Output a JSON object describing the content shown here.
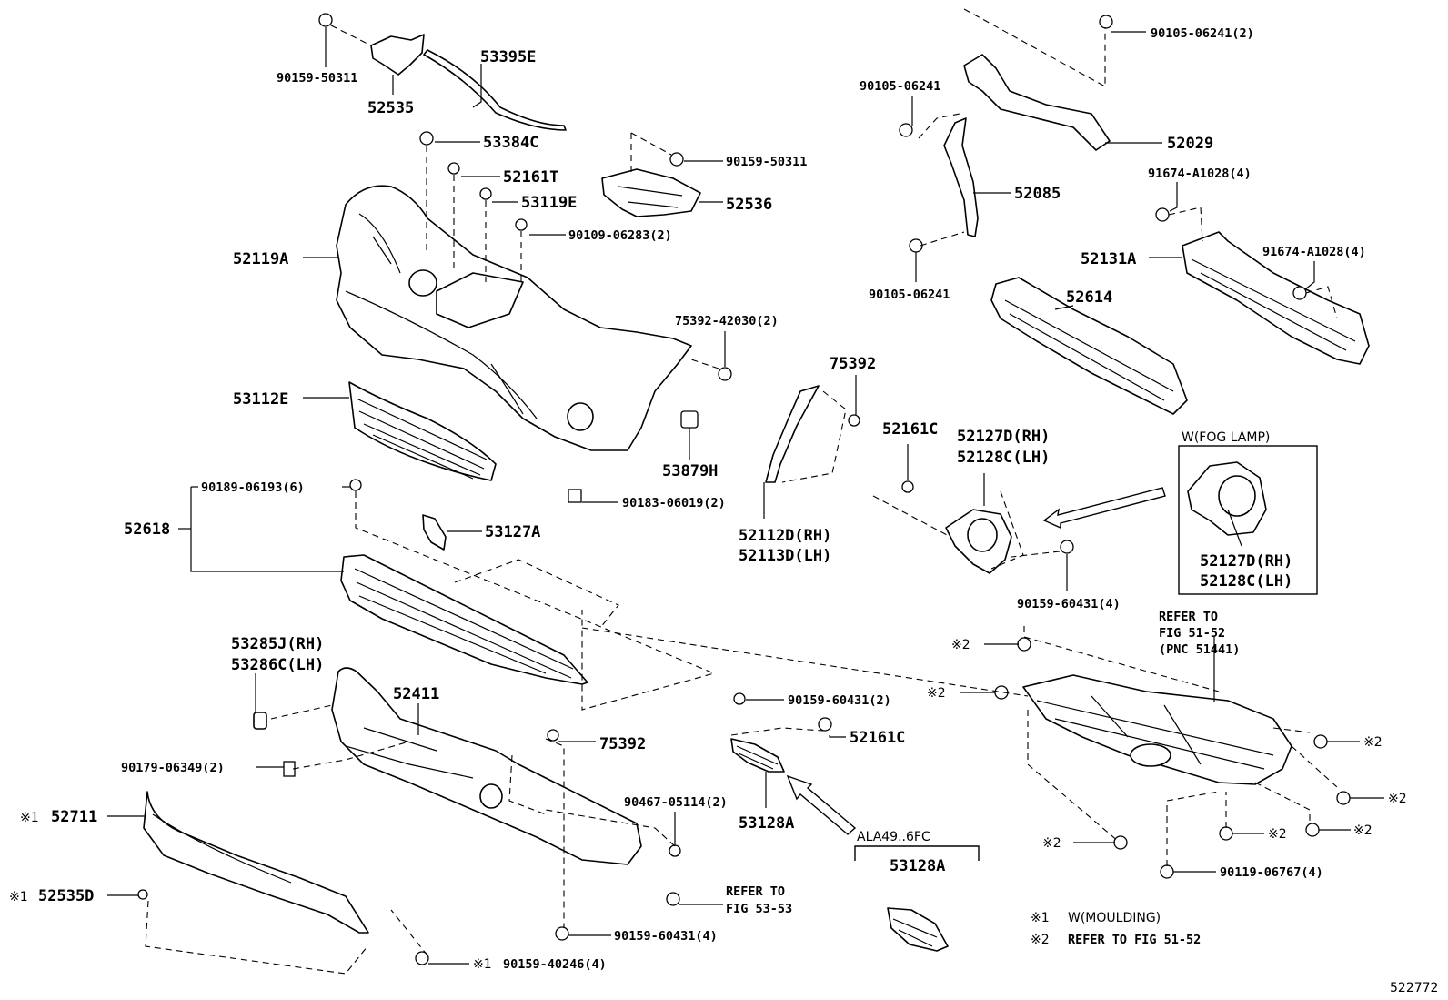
{
  "labels": {
    "p90159_50311_a": "90159-50311",
    "p52535": "52535",
    "p53395e": "53395E",
    "p53384c": "53384C",
    "p52161t": "52161T",
    "p53119e": "53119E",
    "p90109_06283": "90109-06283(2)",
    "p90159_50311_b": "90159-50311",
    "p52536": "52536",
    "p52119a": "52119A",
    "p75392_42030": "75392-42030(2)",
    "p53112e": "53112E",
    "p53879h": "53879H",
    "p90189_06193": "90189-06193(6)",
    "p90183_06019": "90183-06019(2)",
    "p52618": "52618",
    "p53127a": "53127A",
    "p52112d": "52112D(RH)",
    "p52113d": "52113D(LH)",
    "p75392_a": "75392",
    "p52161c_a": "52161C",
    "p52127d_a": "52127D(RH)",
    "p52128c_a": "52128C(LH)",
    "p90105_06241_2": "90105-06241(2)",
    "p90105_06241_a": "90105-06241",
    "p52029": "52029",
    "p52085": "52085",
    "p91674_a1028_a": "91674-A1028(4)",
    "p52131a": "52131A",
    "p91674_a1028_b": "91674-A1028(4)",
    "p90105_06241_b": "90105-06241",
    "p52614": "52614",
    "p90159_60431_a": "90159-60431(4)",
    "p53285j": "53285J(RH)",
    "p53286c": "53286C(LH)",
    "p52411": "52411",
    "p90159_60431_b": "90159-60431(2)",
    "p52161c_b": "52161C",
    "p75392_b": "75392",
    "p90179_06349": "90179-06349(2)",
    "p52711": "52711",
    "p90467_05114": "90467-05114(2)",
    "p53128a_a": "53128A",
    "p52535d": "52535D",
    "p90159_60431_c": "90159-60431(4)",
    "p90159_40246": "90159-40246(4)",
    "p90119_06767": "90119-06767(4)"
  },
  "marks": {
    "ref1": "※1",
    "ref2": "※2"
  },
  "refer_53_53": [
    "REFER TO",
    "FIG 53-53"
  ],
  "refer_51_52": [
    "REFER TO",
    "FIG 51-52",
    "(PNC 51441)"
  ],
  "fog_box": {
    "title": "W(FOG LAMP)",
    "lines": [
      "52127D(RH)",
      "52128C(LH)"
    ]
  },
  "ala_box": {
    "title": "ALA49..6FC",
    "part": "53128A"
  },
  "legend": {
    "l1_mark": "※1",
    "l1_text": "W(MOULDING)",
    "l2_mark": "※2",
    "l2_text": "REFER TO FIG 51-52"
  },
  "diagram_id": "522772"
}
